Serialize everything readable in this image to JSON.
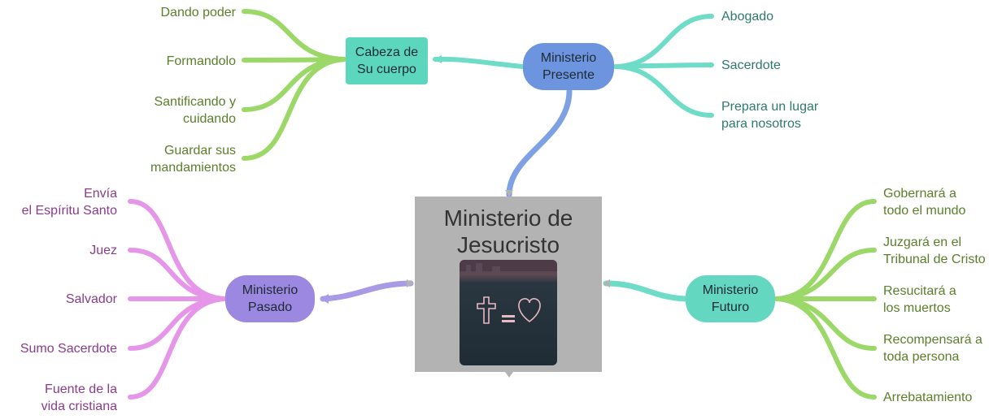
{
  "colors": {
    "center_box": "#b3b3b3",
    "presente": "#6d95df",
    "cabeza": "#5cd6bd",
    "pasado": "#9c88e1",
    "futuro": "#64d7c0",
    "branch_green": "#9bd867",
    "branch_teal": "#6fdcc8",
    "branch_pink": "#e596e8",
    "branch_purple": "#a89ae4",
    "branch_blue": "#7ea1e3"
  },
  "center": {
    "title": "Ministerio de\nJesucristo",
    "image_icons": [
      "cross-icon",
      "equals-icon",
      "heart-icon"
    ]
  },
  "presente": {
    "label": "Ministerio\nPresente",
    "children": [
      "Abogado",
      "Sacerdote",
      "Prepara un lugar\npara nosotros"
    ]
  },
  "cabeza": {
    "label": "Cabeza de\nSu cuerpo",
    "children": [
      "Dando poder",
      "Formandolo",
      "Santificando y\ncuidando",
      "Guardar sus\nmandamientos"
    ]
  },
  "pasado": {
    "label": "Ministerio\nPasado",
    "children": [
      "Envía\nel Espíritu Santo",
      "Juez",
      "Salvador",
      "Sumo Sacerdote",
      "Fuente de la\nvida cristiana"
    ]
  },
  "futuro": {
    "label": "Ministerio\nFuturo",
    "children": [
      "Gobernará a\ntodo el mundo",
      "Juzgará en el\nTribunal de Cristo",
      "Resucitará a\nlos muertos",
      "Recompensará a\ntoda persona",
      "Arrebatamiento"
    ]
  }
}
